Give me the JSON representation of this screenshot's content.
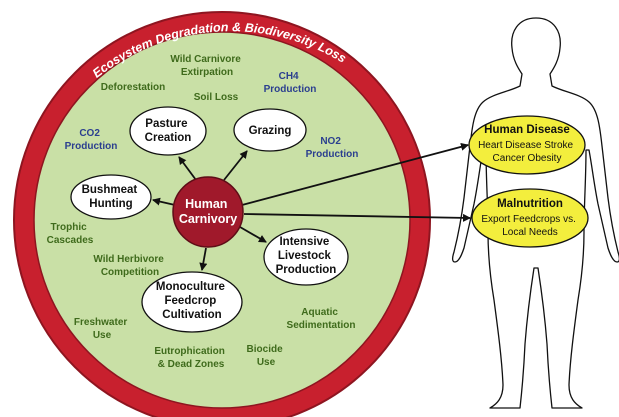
{
  "ring_title": "Ecosystem Degradation & Biodiversity Loss",
  "hub": {
    "lines": [
      "Human",
      "Carnivory"
    ]
  },
  "nodes": [
    {
      "id": "pasture-creation",
      "lines": [
        "Pasture",
        "Creation"
      ]
    },
    {
      "id": "grazing",
      "lines": [
        "Grazing"
      ]
    },
    {
      "id": "bushmeat-hunting",
      "lines": [
        "Bushmeat",
        "Hunting"
      ]
    },
    {
      "id": "intensive-livestock-production",
      "lines": [
        "Intensive",
        "Livestock",
        "Production"
      ]
    },
    {
      "id": "monoculture-feedcrop-cultivation",
      "lines": [
        "Monoculture",
        "Feedcrop",
        "Cultivation"
      ]
    }
  ],
  "impacts": [
    {
      "id": "wild-carnivore-extirpation",
      "lines": [
        "Wild Carnivore",
        "Extirpation"
      ],
      "kind": "green"
    },
    {
      "id": "deforestation",
      "lines": [
        "Deforestation"
      ],
      "kind": "green"
    },
    {
      "id": "soil-loss",
      "lines": [
        "Soil Loss"
      ],
      "kind": "green"
    },
    {
      "id": "ch4-production",
      "lines": [
        "CH4",
        "Production"
      ],
      "kind": "blue"
    },
    {
      "id": "co2-production",
      "lines": [
        "CO2",
        "Production"
      ],
      "kind": "blue"
    },
    {
      "id": "no2-production",
      "lines": [
        "NO2",
        "Production"
      ],
      "kind": "blue"
    },
    {
      "id": "trophic-cascades",
      "lines": [
        "Trophic",
        "Cascades"
      ],
      "kind": "green"
    },
    {
      "id": "wild-herbivore-competition",
      "lines": [
        "Wild Herbivore",
        "Competition"
      ],
      "kind": "green"
    },
    {
      "id": "freshwater-use",
      "lines": [
        "Freshwater",
        "Use"
      ],
      "kind": "green"
    },
    {
      "id": "aquatic-sedimentation",
      "lines": [
        "Aquatic",
        "Sedimentation"
      ],
      "kind": "green"
    },
    {
      "id": "eutrophication-dead-zones",
      "lines": [
        "Eutrophication",
        "& Dead Zones"
      ],
      "kind": "green"
    },
    {
      "id": "biocide-use",
      "lines": [
        "Biocide",
        "Use"
      ],
      "kind": "green"
    }
  ],
  "outcomes": [
    {
      "id": "human-disease",
      "title": "Human Disease",
      "lines": [
        "Heart Disease   Stroke",
        "Cancer  Obesity"
      ]
    },
    {
      "id": "malnutrition",
      "title": "Malnutrition",
      "lines": [
        "Export Feedcrops vs.",
        "Local Needs"
      ]
    }
  ],
  "colors": {
    "ring": "#c8202e",
    "ring_edge": "#8e1520",
    "field": "#c9e0a6",
    "hub": "#a0192b",
    "node_fill": "#ffffff",
    "outcome_fill": "#f3ee3d",
    "green_text": "#3f6b1c",
    "blue_text": "#2b3f8f"
  }
}
